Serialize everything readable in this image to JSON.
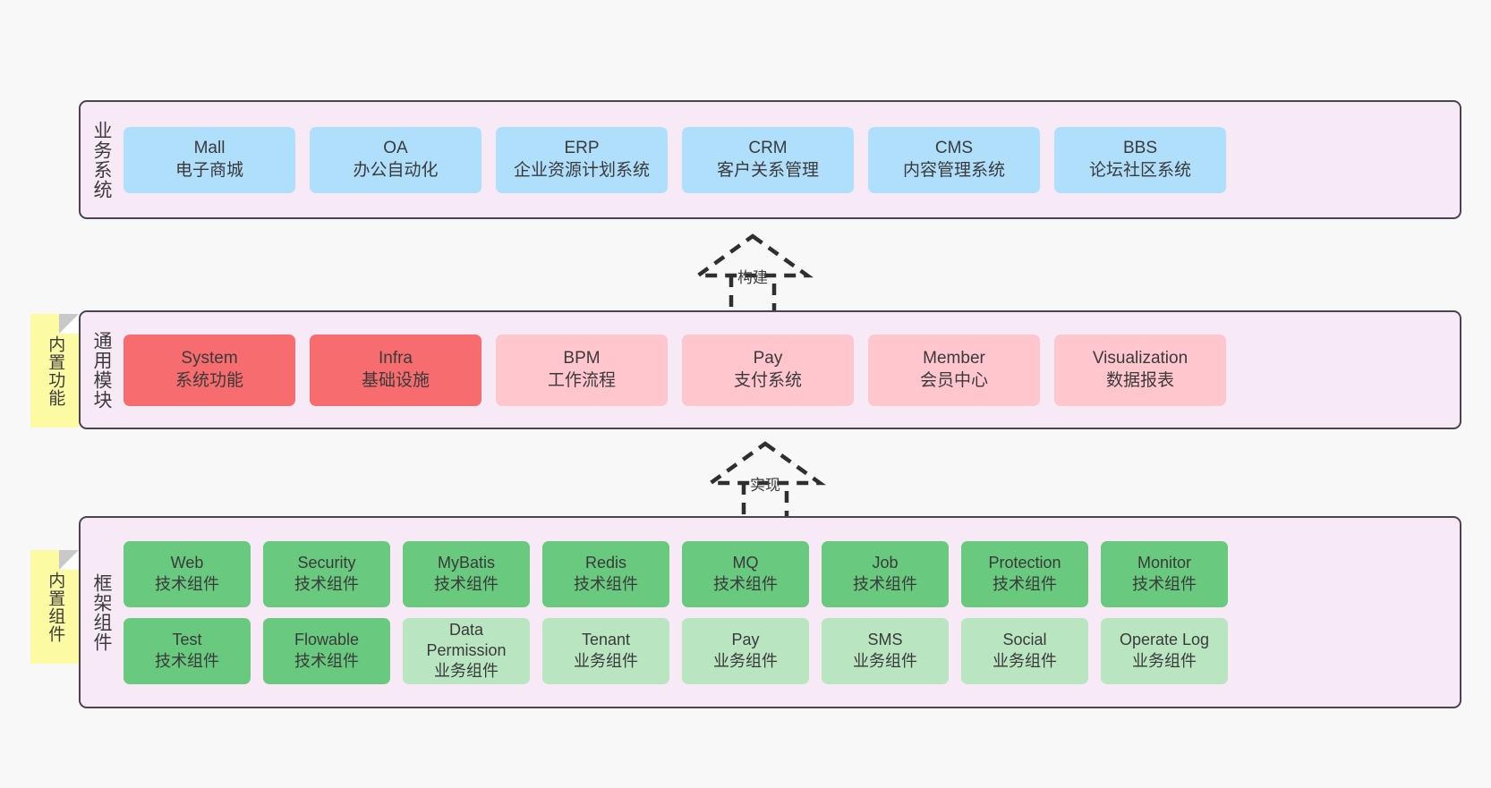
{
  "diagram": {
    "title": "业务系统 / 通用模块 / 框架组件 分层架构图",
    "colors": {
      "panel_bg": "#f7eaf6",
      "panel_border": "#4a4452",
      "blue": "#b0dffc",
      "red": "#f76c6e",
      "pink": "#ffc6cd",
      "green": "#68c97f",
      "light_green": "#b9e5c1",
      "sticky_yellow": "#fcfba3",
      "canvas_bg": "#f8f8f8"
    }
  },
  "stickies": [
    {
      "id": "builtin-function",
      "label": "内置功能"
    },
    {
      "id": "builtin-component",
      "label": "内置组件"
    }
  ],
  "connectors": [
    {
      "id": "build",
      "label": "构建",
      "style": "dashed-hollow-triangle-up"
    },
    {
      "id": "implement",
      "label": "实现",
      "style": "dashed-hollow-triangle-up"
    }
  ],
  "layers": [
    {
      "id": "business",
      "title": "业务系统",
      "rows": [
        [
          {
            "name": "Mall",
            "sub": "电子商城",
            "color": "blue"
          },
          {
            "name": "OA",
            "sub": "办公自动化",
            "color": "blue"
          },
          {
            "name": "ERP",
            "sub": "企业资源计划系统",
            "color": "blue"
          },
          {
            "name": "CRM",
            "sub": "客户关系管理",
            "color": "blue"
          },
          {
            "name": "CMS",
            "sub": "内容管理系统",
            "color": "blue"
          },
          {
            "name": "BBS",
            "sub": "论坛社区系统",
            "color": "blue"
          }
        ]
      ]
    },
    {
      "id": "common",
      "title": "通用模块",
      "rows": [
        [
          {
            "name": "System",
            "sub": "系统功能",
            "color": "red"
          },
          {
            "name": "Infra",
            "sub": "基础设施",
            "color": "red"
          },
          {
            "name": "BPM",
            "sub": "工作流程",
            "color": "pink"
          },
          {
            "name": "Pay",
            "sub": "支付系统",
            "color": "pink"
          },
          {
            "name": "Member",
            "sub": "会员中心",
            "color": "pink"
          },
          {
            "name": "Visualization",
            "sub": "数据报表",
            "color": "pink"
          }
        ]
      ]
    },
    {
      "id": "framework",
      "title": "框架组件",
      "rows": [
        [
          {
            "name": "Web",
            "sub": "技术组件",
            "color": "green"
          },
          {
            "name": "Security",
            "sub": "技术组件",
            "color": "green"
          },
          {
            "name": "MyBatis",
            "sub": "技术组件",
            "color": "green"
          },
          {
            "name": "Redis",
            "sub": "技术组件",
            "color": "green"
          },
          {
            "name": "MQ",
            "sub": "技术组件",
            "color": "green"
          },
          {
            "name": "Job",
            "sub": "技术组件",
            "color": "green"
          },
          {
            "name": "Protection",
            "sub": "技术组件",
            "color": "green"
          },
          {
            "name": "Monitor",
            "sub": "技术组件",
            "color": "green"
          }
        ],
        [
          {
            "name": "Test",
            "sub": "技术组件",
            "color": "green"
          },
          {
            "name": "Flowable",
            "sub": "技术组件",
            "color": "green"
          },
          {
            "name": "Data Permission",
            "sub": "业务组件",
            "color": "lightgreen",
            "wrap": true
          },
          {
            "name": "Tenant",
            "sub": "业务组件",
            "color": "lightgreen"
          },
          {
            "name": "Pay",
            "sub": "业务组件",
            "color": "lightgreen"
          },
          {
            "name": "SMS",
            "sub": "业务组件",
            "color": "lightgreen"
          },
          {
            "name": "Social",
            "sub": "业务组件",
            "color": "lightgreen"
          },
          {
            "name": "Operate Log",
            "sub": "业务组件",
            "color": "lightgreen"
          }
        ]
      ]
    }
  ]
}
